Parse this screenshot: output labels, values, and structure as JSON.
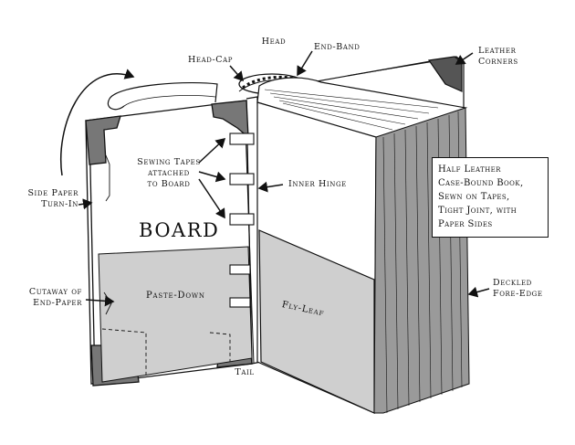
{
  "labels": {
    "head": "Head",
    "end_band": "End-Band",
    "head_cap": "Head-Cap",
    "leather_corners": [
      "Leather",
      "Corners"
    ],
    "side_paper_turn_in": [
      "Side Paper",
      "Turn-In"
    ],
    "sewing_tapes": [
      "Sewing Tapes",
      "attached",
      "to Board"
    ],
    "inner_hinge": "Inner Hinge",
    "board": "BOARD",
    "cutaway": [
      "Cutaway of",
      "End-Paper"
    ],
    "paste_down": "Paste-Down",
    "fly_leaf": "Fly-Leaf",
    "deckled": [
      "Deckled",
      "Fore-Edge"
    ],
    "tail": "Tail"
  },
  "info_box": [
    "Half Leather",
    "Case-Bound Book,",
    "Sewn on Tapes,",
    "Tight Joint, with",
    "Paper Sides"
  ]
}
